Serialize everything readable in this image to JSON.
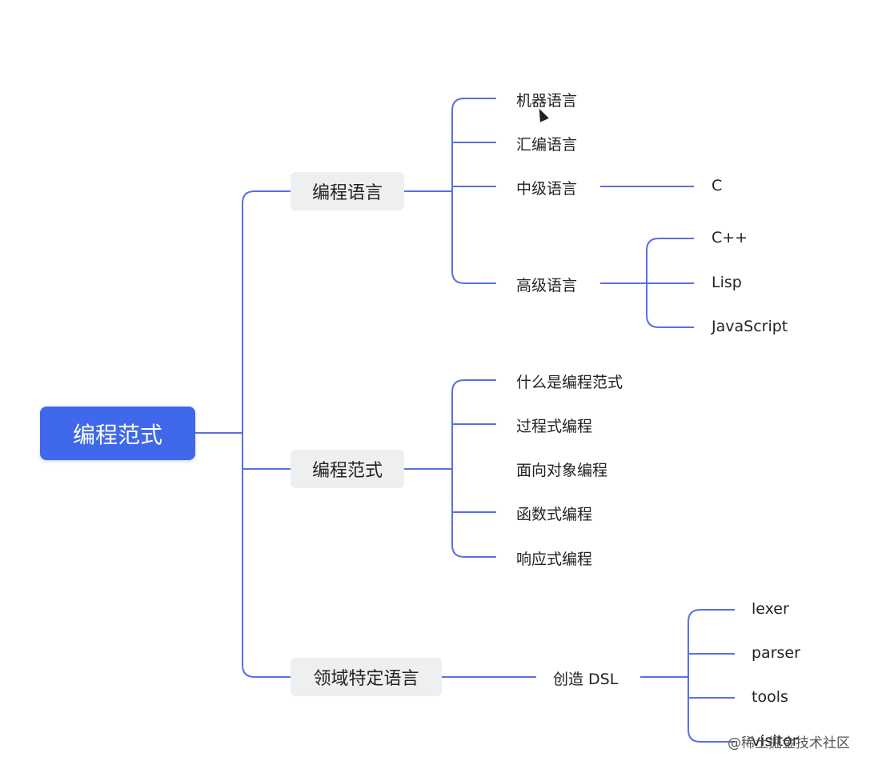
{
  "root": "编程范式",
  "branches": {
    "b1": "编程语言",
    "b2": "编程范式",
    "b3": "领域特定语言"
  },
  "lang": {
    "machine": "机器语言",
    "assembly": "汇编语言",
    "mid": "中级语言",
    "high": "高级语言",
    "c": "C",
    "cpp": "C++",
    "lisp": "Lisp",
    "js": "JavaScript"
  },
  "paradigm": {
    "what": "什么是编程范式",
    "procedural": "过程式编程",
    "oop": "面向对象编程",
    "functional": "函数式编程",
    "reactive": "响应式编程"
  },
  "dsl": {
    "create": "创造 DSL",
    "lexer": "lexer",
    "parser": "parser",
    "tools": "tools",
    "visitor": "visitor"
  },
  "watermark": "@稀土掘金技术社区",
  "colors": {
    "line": "#5a70e0",
    "root_bg": "#3f69ea",
    "branch_bg": "#eeeff0"
  }
}
